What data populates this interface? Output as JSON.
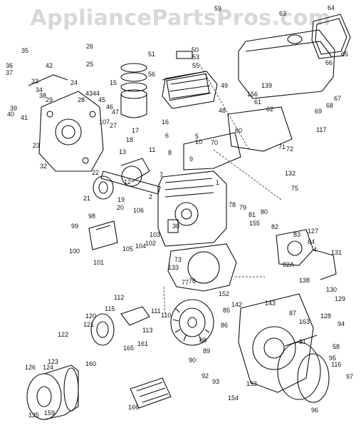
{
  "watermark": "AppliancePartsPros.com",
  "callouts": [
    "1",
    "2",
    "4",
    "5",
    "6",
    "7",
    "8",
    "9",
    "10",
    "11",
    "12",
    "13",
    "15",
    "16",
    "17",
    "18",
    "19",
    "20",
    "21",
    "22",
    "23",
    "24",
    "25",
    "26",
    "27",
    "28",
    "29",
    "30",
    "32",
    "33",
    "34",
    "35",
    "36",
    "37",
    "38",
    "39",
    "40",
    "41",
    "42",
    "43",
    "44",
    "45",
    "46",
    "47",
    "48",
    "49",
    "50",
    "51",
    "53",
    "55",
    "56",
    "58",
    "59",
    "60",
    "61",
    "62",
    "63",
    "64",
    "65",
    "66",
    "67",
    "68",
    "69",
    "70",
    "71",
    "72",
    "73",
    "75",
    "76",
    "77",
    "78",
    "79",
    "80",
    "81",
    "82",
    "82A",
    "83",
    "84",
    "85",
    "86",
    "87",
    "88",
    "89",
    "90",
    "91",
    "92",
    "93",
    "94",
    "95",
    "96",
    "97",
    "98",
    "99",
    "100",
    "101",
    "102",
    "103",
    "104",
    "105",
    "106",
    "107",
    "110",
    "111",
    "112",
    "113",
    "115",
    "116",
    "117",
    "120",
    "121",
    "122",
    "123",
    "124",
    "125",
    "126",
    "127",
    "128",
    "129",
    "130",
    "131",
    "132",
    "133",
    "138",
    "139",
    "142",
    "143",
    "152",
    "153",
    "154",
    "155",
    "156",
    "159",
    "160",
    "161",
    "163",
    "165",
    "166"
  ]
}
